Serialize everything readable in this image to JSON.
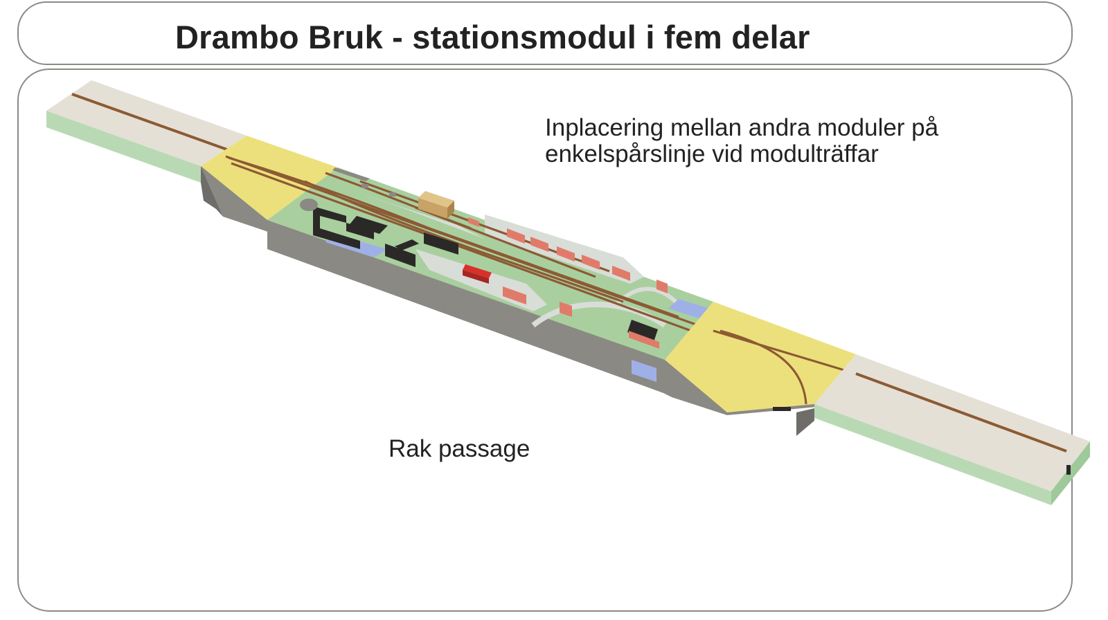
{
  "title": "Drambo Bruk - stationsmodul i fem delar",
  "captions": {
    "placement_line1": "Inplacering mellan andra moduler på",
    "placement_line2": "enkelspårslinje vid modulträffar",
    "straight": "Rak passage"
  },
  "colors": {
    "frame_border": "#8a8a86",
    "end_module_top": "#e4e0d6",
    "end_module_side": "#b9d9b5",
    "transition_module": "#ece07c",
    "station_ground": "#a9cf9f",
    "module_side": "#8b8984",
    "track": "#8c5a33",
    "building_red": "#e07b6a",
    "building_bright_red": "#d8312b",
    "building_dark": "#2b2927",
    "water": "#9fb0e6",
    "road": "#d9ddd8"
  }
}
